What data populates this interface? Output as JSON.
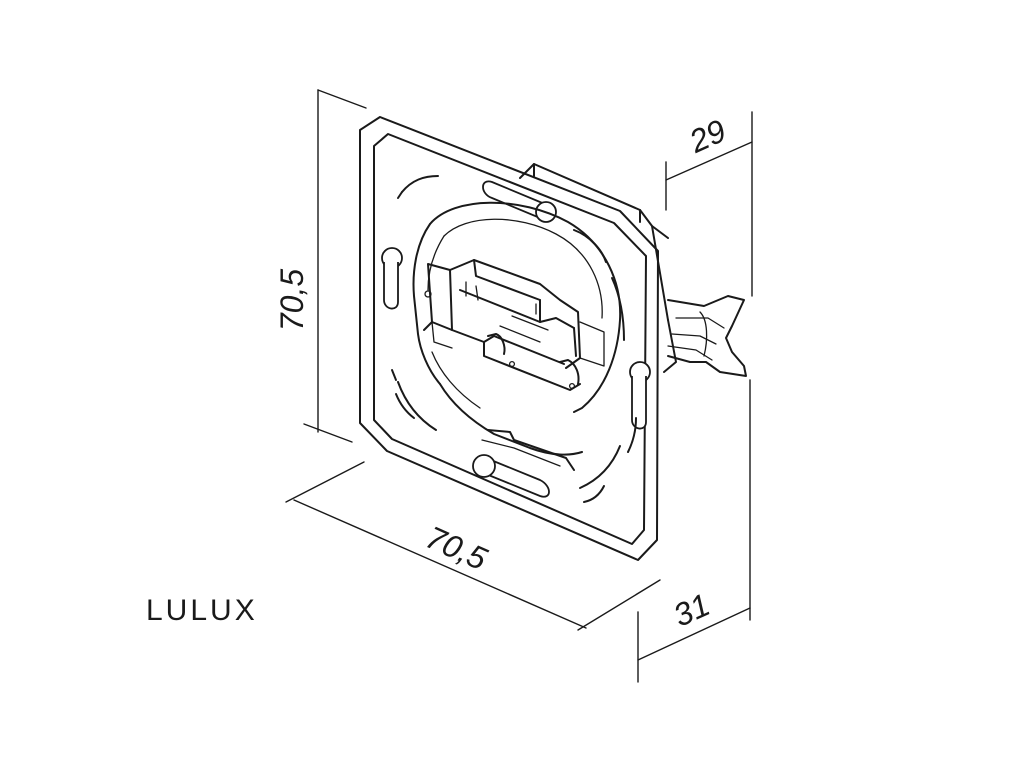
{
  "dimensions": {
    "height_label": "70,5",
    "width_label": "70,5",
    "depth_label": "29",
    "total_depth_label": "31"
  },
  "brand": {
    "name": "LULUX"
  },
  "colors": {
    "line": "#1a1a1a",
    "background": "#ffffff"
  }
}
